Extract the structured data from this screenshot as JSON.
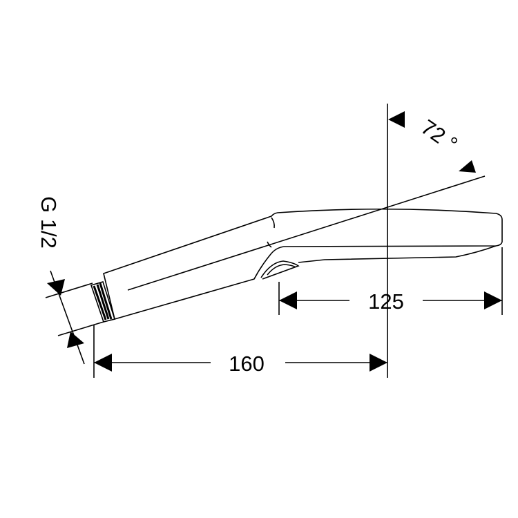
{
  "drawing": {
    "dimensions": {
      "length_total": "160",
      "head_length": "125",
      "angle": "72 °",
      "thread": "G 1/2"
    },
    "colors": {
      "line": "#000000",
      "background": "#ffffff"
    }
  }
}
